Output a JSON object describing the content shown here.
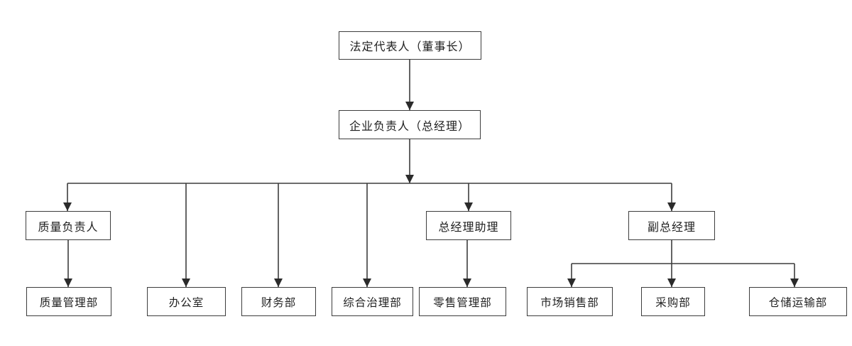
{
  "diagram": {
    "type": "org-chart",
    "background_color": "#ffffff",
    "line_color": "#3d3d3d",
    "box_border_color": "#3d3d3d",
    "box_fill_color": "#ffffff",
    "text_color": "#1f1f1f",
    "nodes": {
      "legal_rep": {
        "label": "法定代表人（董事长）"
      },
      "general_manager": {
        "label": "企业负责人（总经理）"
      },
      "quality_head": {
        "label": "质量负责人"
      },
      "gm_assistant": {
        "label": "总经理助理"
      },
      "deputy_gm": {
        "label": "副总经理"
      },
      "quality_mgmt_dept": {
        "label": "质量管理部"
      },
      "office": {
        "label": "办公室"
      },
      "finance_dept": {
        "label": "财务部"
      },
      "comprehensive_governance_dept": {
        "label": "综合治理部"
      },
      "retail_mgmt_dept": {
        "label": "零售管理部"
      },
      "market_sales_dept": {
        "label": "市场销售部"
      },
      "purchasing_dept": {
        "label": "采购部"
      },
      "warehouse_transport_dept": {
        "label": "仓储运输部"
      }
    },
    "hierarchy": [
      {
        "parent": "legal_rep",
        "child": "general_manager"
      },
      {
        "parent": "general_manager",
        "child": "quality_head"
      },
      {
        "parent": "general_manager",
        "child": "office"
      },
      {
        "parent": "general_manager",
        "child": "finance_dept"
      },
      {
        "parent": "general_manager",
        "child": "comprehensive_governance_dept"
      },
      {
        "parent": "general_manager",
        "child": "gm_assistant"
      },
      {
        "parent": "general_manager",
        "child": "deputy_gm"
      },
      {
        "parent": "quality_head",
        "child": "quality_mgmt_dept"
      },
      {
        "parent": "gm_assistant",
        "child": "retail_mgmt_dept"
      },
      {
        "parent": "deputy_gm",
        "child": "market_sales_dept"
      },
      {
        "parent": "deputy_gm",
        "child": "purchasing_dept"
      },
      {
        "parent": "deputy_gm",
        "child": "warehouse_transport_dept"
      }
    ]
  }
}
